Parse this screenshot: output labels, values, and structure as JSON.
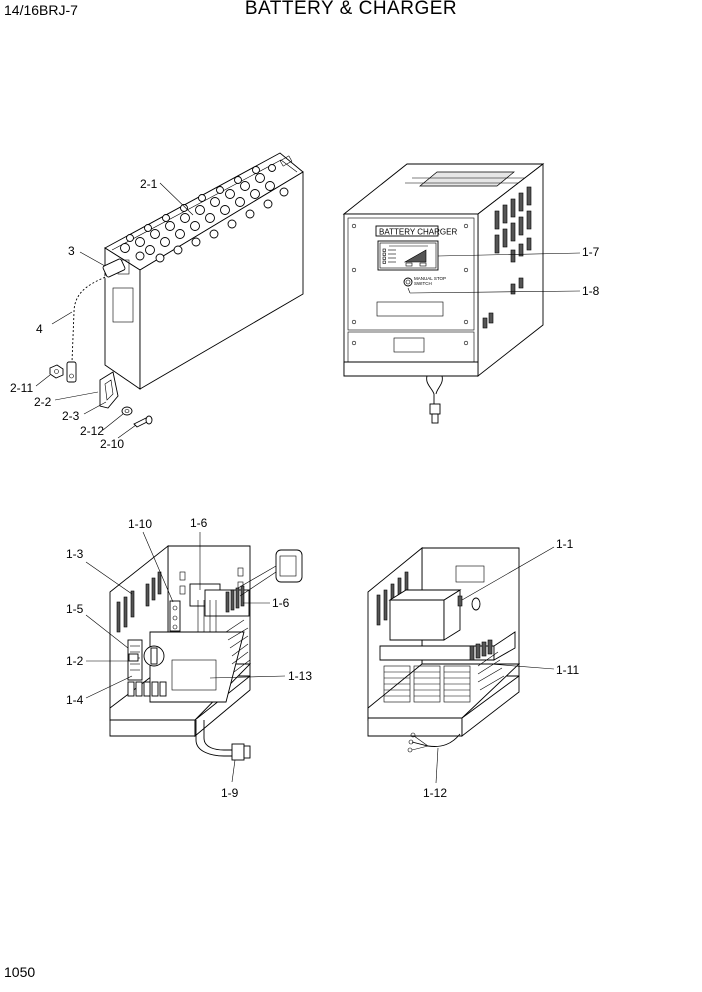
{
  "header": {
    "model": "14/16BRJ-7",
    "title": "BATTERY & CHARGER"
  },
  "footer": {
    "page_number": "1050"
  },
  "charger_panel": {
    "label": "BATTERY CHARGER",
    "switch_label_1": "MANUAL STOP",
    "switch_label_2": "SWITCH"
  },
  "callouts": {
    "battery": [
      "2-1",
      "3",
      "4",
      "2-11",
      "2-2",
      "2-3",
      "2-12",
      "2-10"
    ],
    "charger_front": [
      "1-7",
      "1-8"
    ],
    "charger_left_interior": [
      "1-10",
      "1-6",
      "1-3",
      "1-6",
      "1-5",
      "1-2",
      "1-4",
      "1-13",
      "1-9"
    ],
    "charger_right_interior": [
      "1-1",
      "1-11",
      "1-12"
    ]
  }
}
